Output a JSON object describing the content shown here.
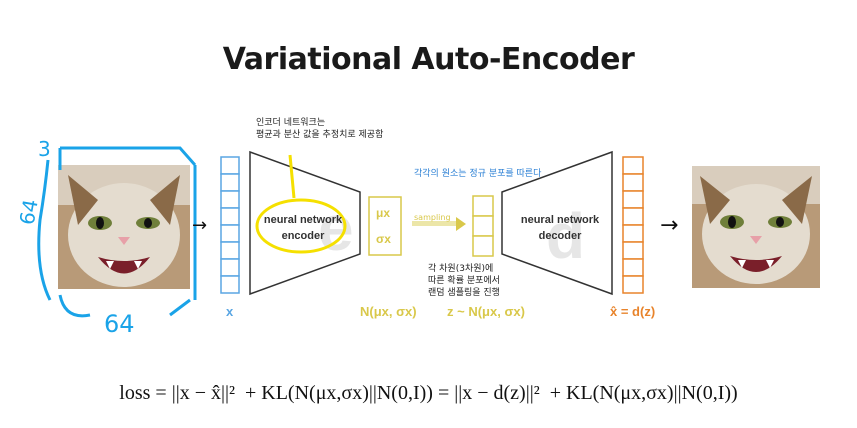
{
  "title": "Variational Auto-Encoder",
  "annotations": {
    "encoder_note": "인코더 네트워크는\n평균과 분산 값을 추정치로 제공함",
    "normal_note": "각각의 원소는 정규 분포를 따른다",
    "sampling_note": "각 차원(3차원)에\n따른 확률 분포에서\n랜덤 샘플링을 진행",
    "handwritten_3": "3",
    "handwritten_64_left": "64",
    "handwritten_64_bottom": "64"
  },
  "encoder": {
    "line1": "neural network",
    "line2": "encoder",
    "watermark": "e"
  },
  "decoder": {
    "line1": "neural network",
    "line2": "decoder",
    "watermark": "d"
  },
  "latent": {
    "mu": "μx",
    "sigma": "σx"
  },
  "sampling_label": "sampling",
  "labels": {
    "x": "x",
    "n_dist": "N(μx, σx)",
    "z_dist": "z ~ N(μx, σx)",
    "xhat": "x̂ = d(z)"
  },
  "formula": "loss = ||x − x̂||²  + KL(N(μx,σx)||N(0,I)) = ||x − d(z)||²  + KL(N(μx,σx)||N(0,I))",
  "colors": {
    "input_blue": "#5aa6e3",
    "latent_yellow": "#d9c84a",
    "output_orange": "#e8842c",
    "highlight_yellow": "#f5e000",
    "pen_blue": "#1aa3e8"
  },
  "icons": [
    "cat-image-input",
    "cat-image-output",
    "arrow-right-icon"
  ]
}
